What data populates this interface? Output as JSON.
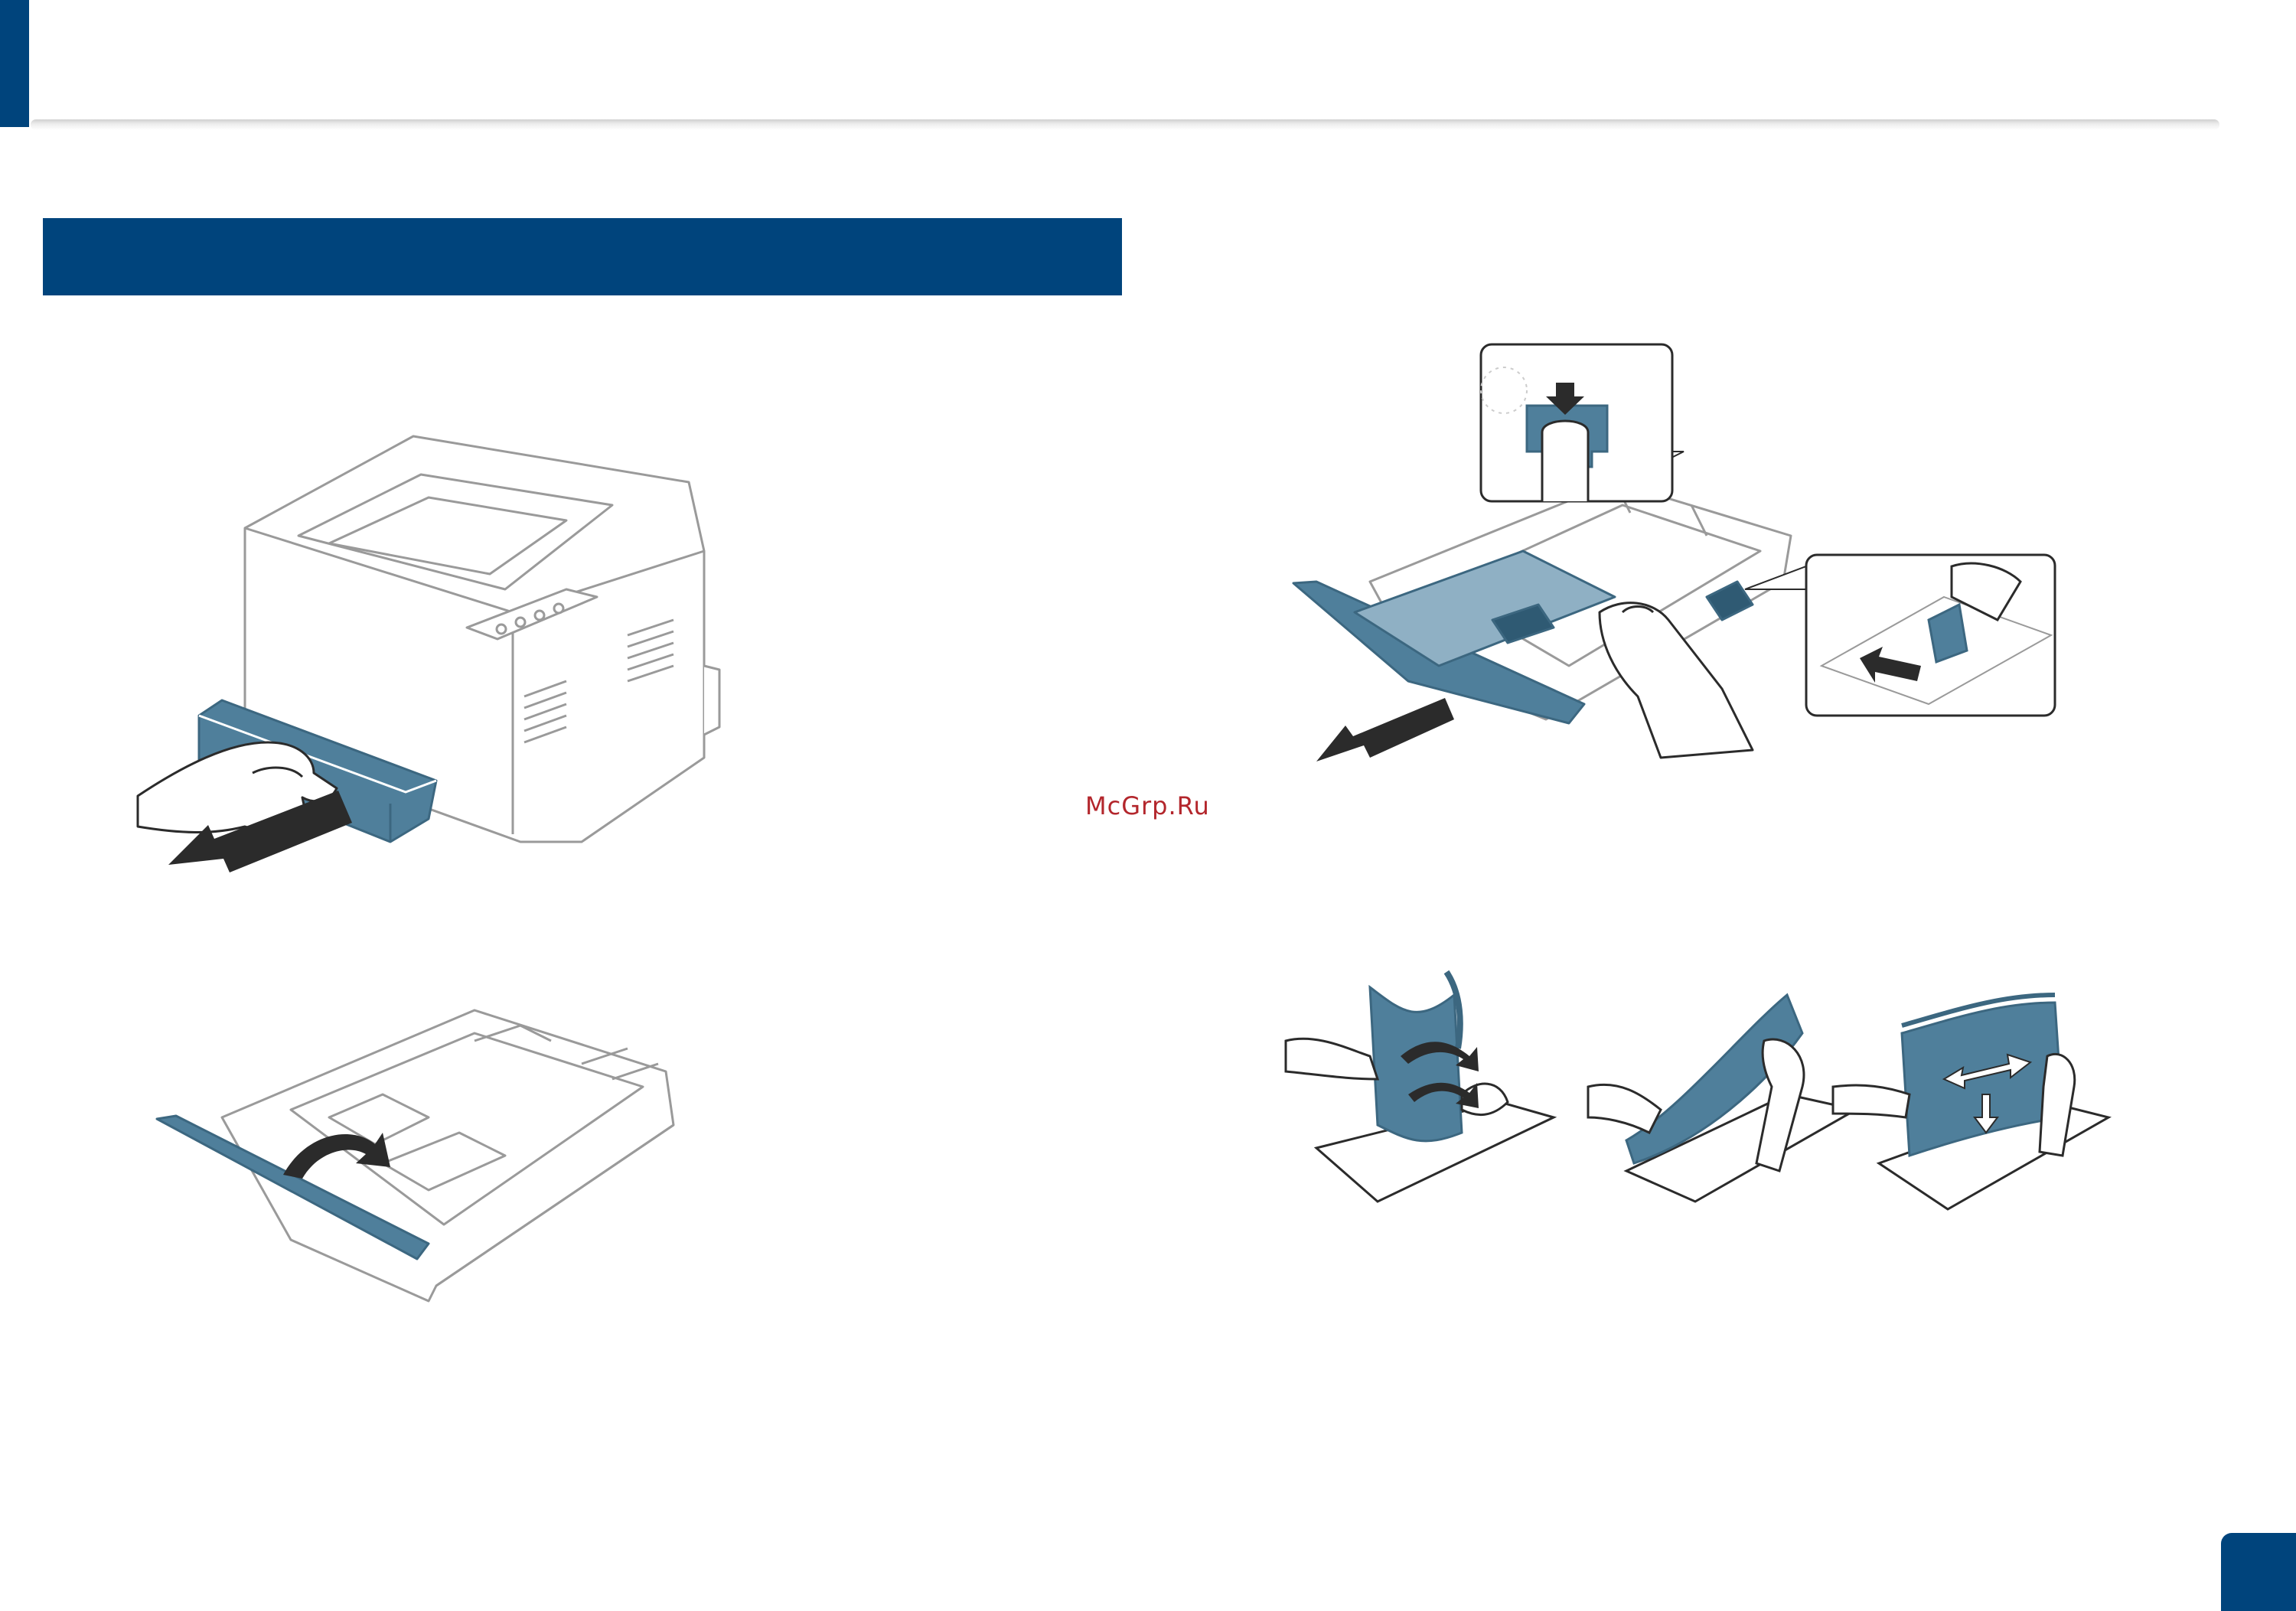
{
  "colors": {
    "brand_blue": "#00447c",
    "illustration_blue": "#4f7f9b",
    "illustration_blue_light": "#8fb0c4",
    "line_gray": "#9a9a9a",
    "watermark_red": "#b3262c"
  },
  "section_header": {
    "text": ""
  },
  "watermark": {
    "text": "McGrp.Ru"
  },
  "page_number": {
    "text": ""
  },
  "icons": [
    "printer-tray-pull-illustration",
    "tray-cover-open-illustration",
    "tray-guide-adjust-illustration",
    "paper-flex-illustration",
    "paper-fan-illustration",
    "paper-align-illustration"
  ]
}
